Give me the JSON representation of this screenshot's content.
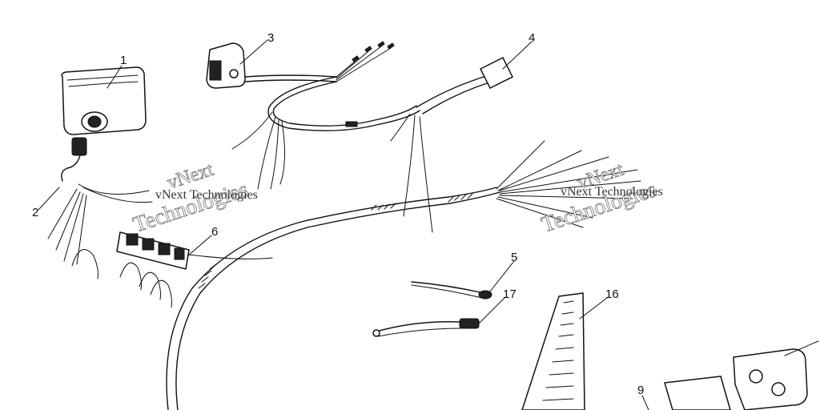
{
  "diagram": {
    "callouts": [
      {
        "id": "1",
        "label": "1"
      },
      {
        "id": "2",
        "label": "2"
      },
      {
        "id": "3",
        "label": "3"
      },
      {
        "id": "4",
        "label": "4"
      },
      {
        "id": "5",
        "label": "5"
      },
      {
        "id": "6",
        "label": "6"
      },
      {
        "id": "9",
        "label": "9"
      },
      {
        "id": "16",
        "label": "16"
      },
      {
        "id": "17",
        "label": "17"
      }
    ],
    "watermark": {
      "brand_line": "vNext Technologies",
      "word_a": "vNext",
      "word_b": "Technologies"
    }
  }
}
